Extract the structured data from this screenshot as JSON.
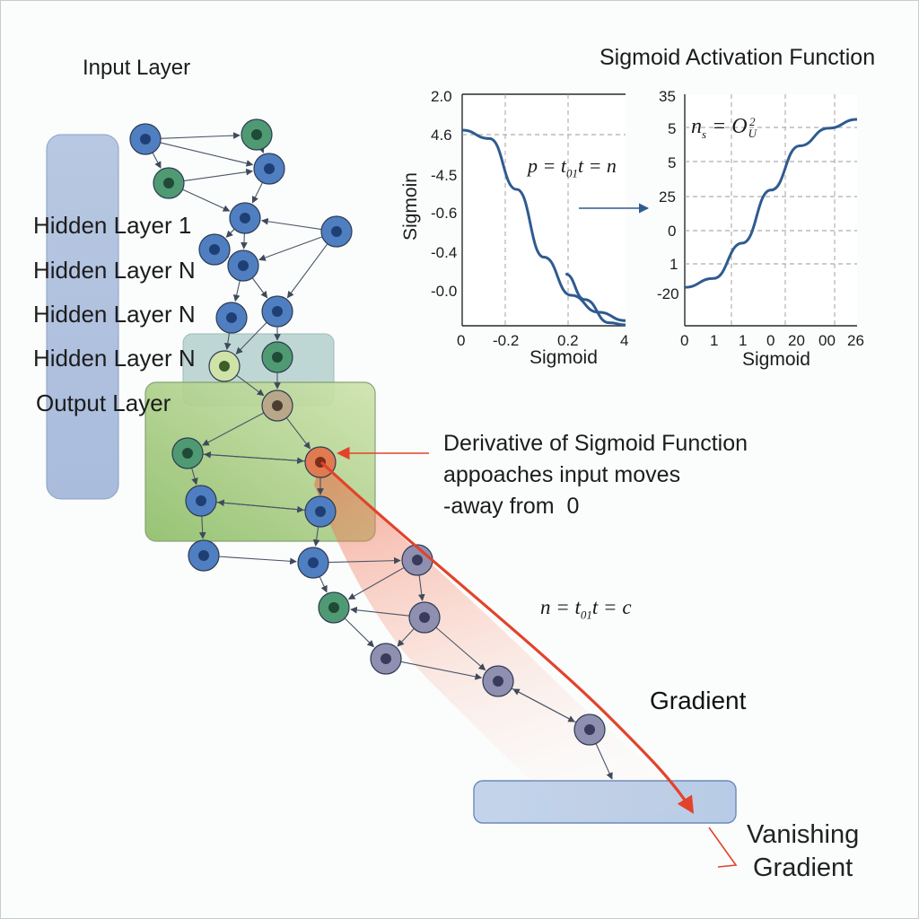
{
  "layers": {
    "input": "Input Layer",
    "hidden_1": "Hidden Layer 1",
    "hidden_n_1": "Hidden Layer N",
    "hidden_n_2": "Hidden Layer N",
    "hidden_n_3": "Hidden Layer N",
    "output": "Output Layer"
  },
  "charts_title": "Sigmoid Activation Function",
  "derivative_note": "Derivative of Sigmoid Function\nappoaches input moves\n-away from  0",
  "equations": {
    "left_chart": {
      "a": "p = t",
      "sub": "01",
      "b": "t = n"
    },
    "right_chart": {
      "a": "n",
      "sub": "s",
      "b": " = O",
      "sup": "2",
      "sub2": "U"
    },
    "arrow": {
      "a": "n = t",
      "sub": "01",
      "b": "t = c"
    }
  },
  "gradient_label": "Gradient",
  "vanishing_label": "Vanishing\nGradient",
  "colors": {
    "blue_node": "#4f7fc0",
    "green_node": "#4f9a73",
    "gray_node": "#8f8fb0",
    "highlight_node": "#e07a50",
    "gradient_arrow": "#e2432b",
    "curve": "#2f5b8f"
  },
  "chart_data": [
    {
      "type": "line",
      "title": "",
      "xlabel": "Sigmoid",
      "ylabel": "Sigmoin",
      "x_ticks": [
        "0",
        "-0.2",
        "0.2",
        "4"
      ],
      "y_ticks": [
        "2.0",
        "4.6",
        "-4.5",
        "-0.6",
        "-0.4",
        "-0.0"
      ],
      "grid": true,
      "series": [
        {
          "x": [
            0,
            1,
            2,
            3,
            4,
            5,
            6
          ],
          "y": [
            4.6,
            4.4,
            3.2,
            1.6,
            0.7,
            0.3,
            0.1
          ]
        },
        {
          "x": [
            3.8,
            4.5,
            5.4,
            6
          ],
          "y": [
            1.2,
            0.6,
            0.05,
            0.0
          ]
        }
      ]
    },
    {
      "type": "line",
      "title": "",
      "xlabel": "Sigmoid",
      "ylabel": "",
      "x_ticks": [
        "0",
        "1",
        "1",
        "0",
        "20",
        "00",
        "26"
      ],
      "y_ticks": [
        "35",
        "5",
        "5",
        "25",
        "0",
        "1",
        "-20"
      ],
      "grid": true,
      "series": [
        {
          "x": [
            0,
            1,
            2,
            3,
            4,
            5,
            6
          ],
          "y": [
            0.05,
            0.1,
            0.3,
            0.6,
            0.85,
            0.95,
            1.0
          ]
        }
      ]
    }
  ]
}
